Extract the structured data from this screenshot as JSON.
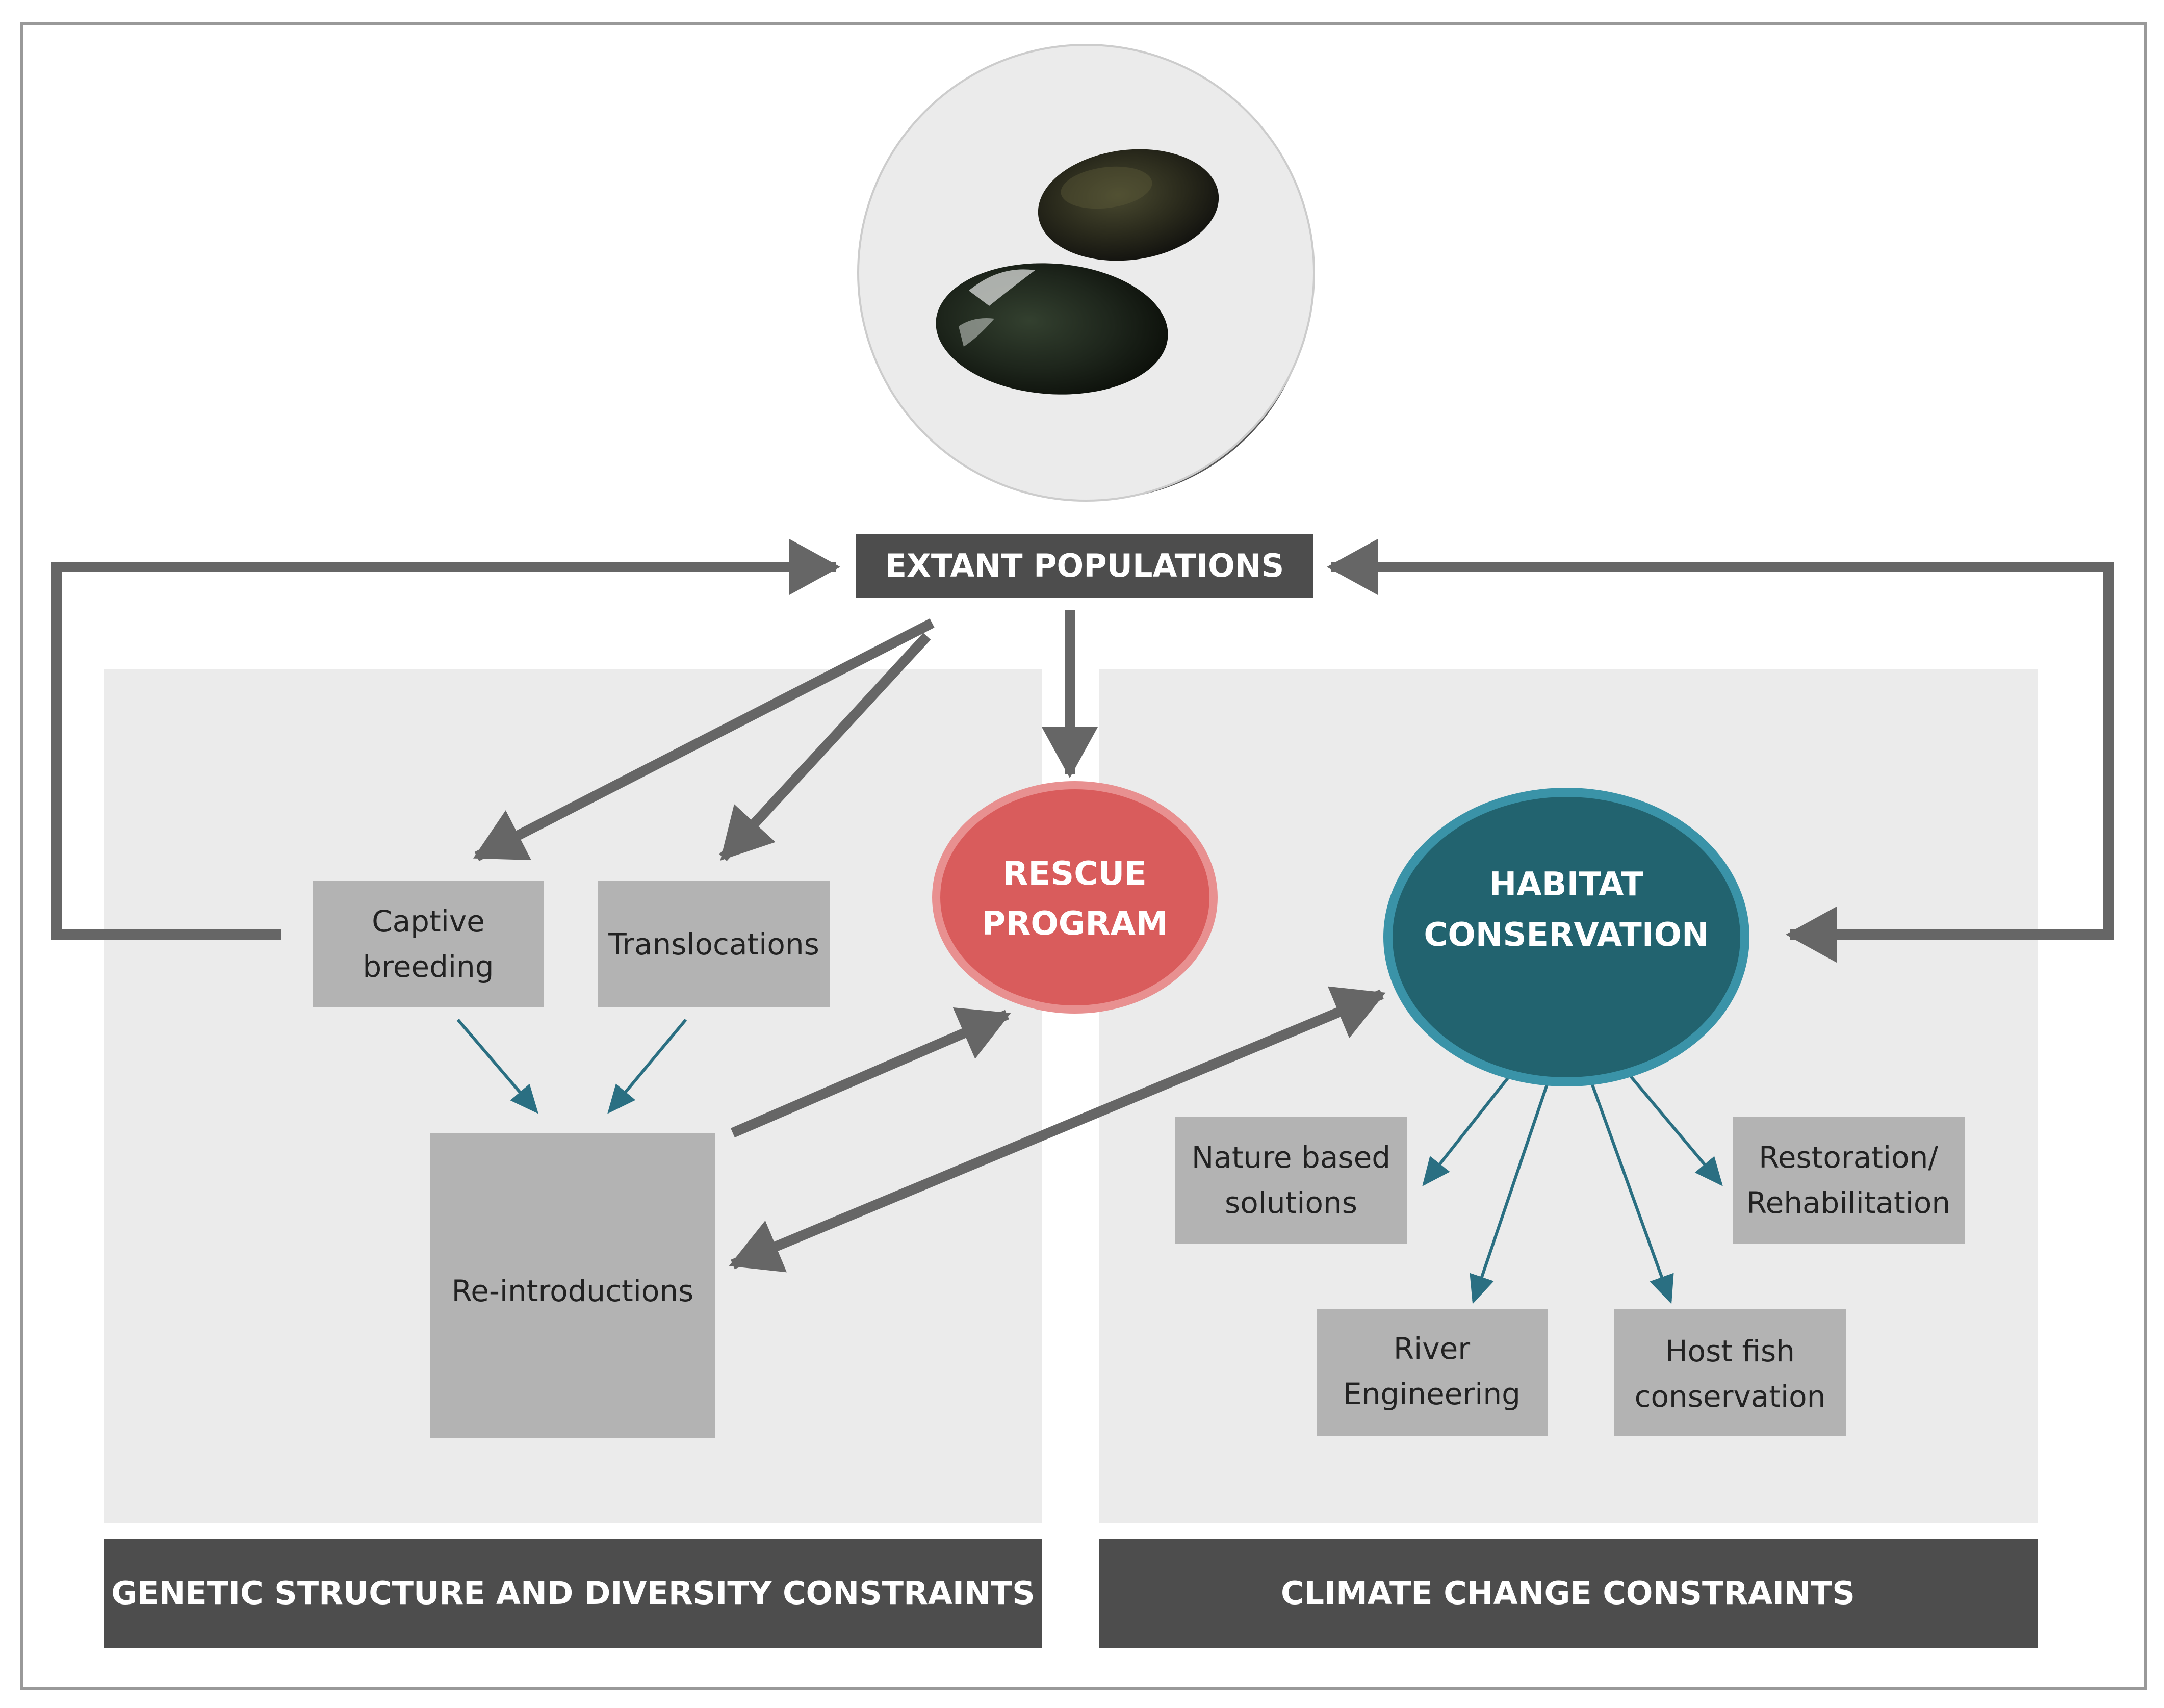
{
  "header": {
    "extant_populations": "EXTANT POPULATIONS"
  },
  "nodes": {
    "rescue_program": {
      "line1": "RESCUE",
      "line2": "PROGRAM"
    },
    "habitat_conservation": {
      "line1": "HABITAT",
      "line2": "CONSERVATION"
    },
    "captive_breeding": {
      "line1": "Captive",
      "line2": "breeding"
    },
    "translocations": "Translocations",
    "reintroductions": "Re-introductions",
    "nature_based": {
      "line1": "Nature based",
      "line2": "solutions"
    },
    "restoration": {
      "line1": "Restoration/",
      "line2": "Rehabilitation"
    },
    "river_engineering": {
      "line1": "River",
      "line2": "Engineering"
    },
    "host_fish": {
      "line1": "Host fish",
      "line2": "conservation"
    }
  },
  "footer": {
    "genetic": "GENETIC STRUCTURE AND DIVERSITY CONSTRAINTS",
    "climate": "CLIMATE CHANGE CONSTRAINTS"
  },
  "colors": {
    "dark_box": "#4d4d4d",
    "panel_bg": "#ebebeb",
    "grey_box": "#b3b3b3",
    "arrow_grey": "#666666",
    "rescue_red": "#d95c5c",
    "rescue_border": "#e89090",
    "habitat_teal": "#22636f",
    "habitat_border": "#3a93a8",
    "teal_arrow": "#2a6f82"
  },
  "icons": {
    "mussel_image": "freshwater-mussel-shells"
  }
}
